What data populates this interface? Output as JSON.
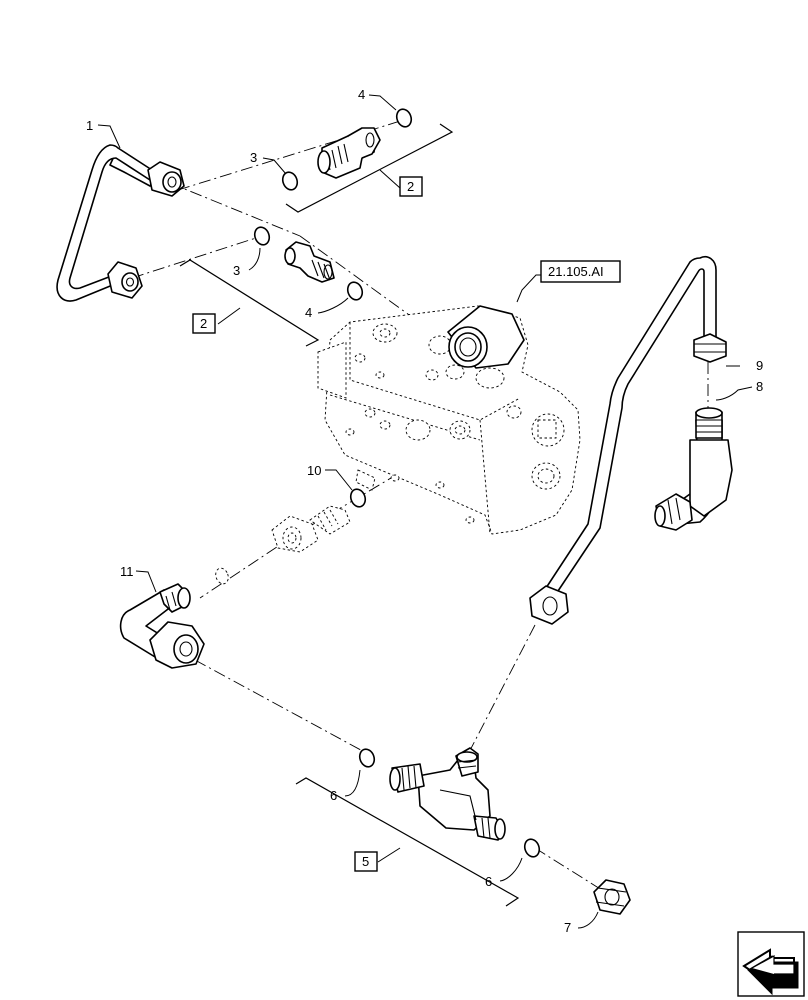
{
  "callouts": {
    "c1": "1",
    "c2a": "2",
    "c2b": "2",
    "c3a": "3",
    "c3b": "3",
    "c4a": "4",
    "c4b": "4",
    "c5": "5",
    "c6a": "6",
    "c6b": "6",
    "c7": "7",
    "c8": "8",
    "c9": "9",
    "c10": "10",
    "c11": "11"
  },
  "reference": {
    "label": "21.105.AI"
  },
  "nav_icon": "next-page-arrow-icon",
  "colors": {
    "ink": "#000000",
    "paper": "#ffffff"
  }
}
